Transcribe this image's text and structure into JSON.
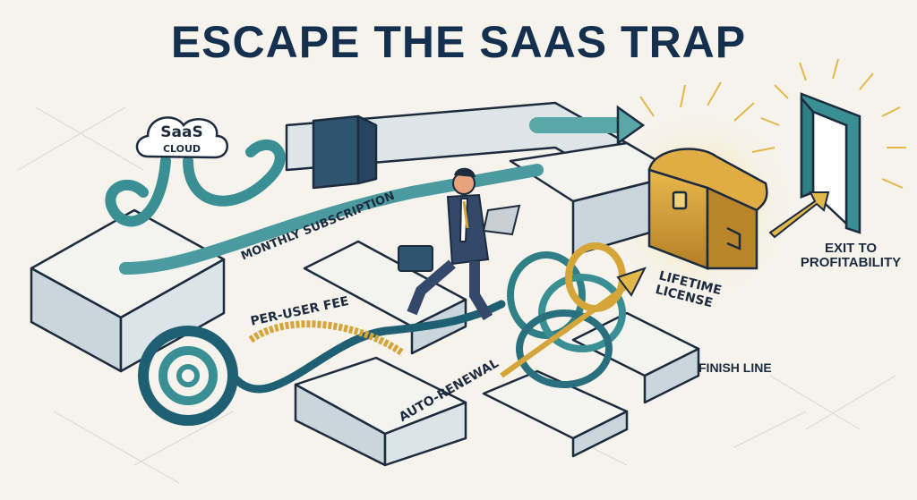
{
  "title": "ESCAPE THE SAAS TRAP",
  "cloud": {
    "title": "SaaS",
    "subtitle": "CLOUD"
  },
  "path_labels": {
    "monthly": "MONTHLY SUBSCRIPTION",
    "per_user": "PER-USER FEE",
    "auto_renewal": "AUTO-RENEWAL"
  },
  "goal_labels": {
    "lifetime_line1": "LIFETIME",
    "lifetime_line2": "LICENSE",
    "exit_line1": "EXIT TO",
    "exit_line2": "PROFITABILITY",
    "finish": "FINISH LINE"
  },
  "colors": {
    "background": "#f6f3ec",
    "title": "#15304f",
    "teal": "#3a8f94",
    "teal_dark": "#1f5f73",
    "navy_outline": "#1d2b3e",
    "gold": "#d6a53a",
    "wall": "#c9d6dc",
    "wall_dark": "#a9bcc6"
  }
}
